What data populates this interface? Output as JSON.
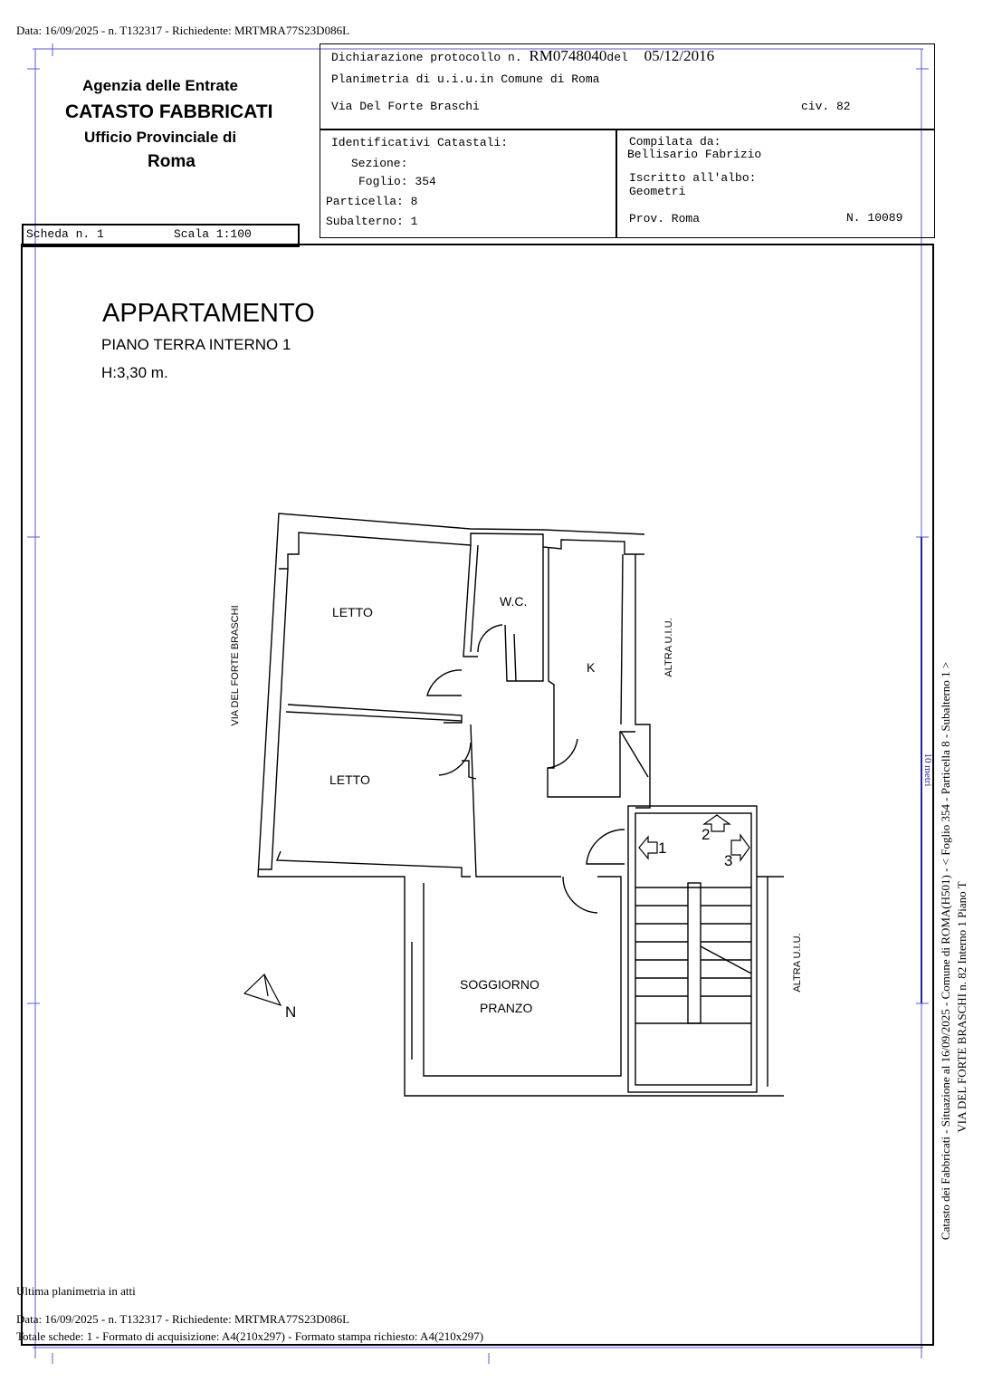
{
  "header_line": "Data: 16/09/2025 - n. T132317 - Richiedente: MRTMRA77S23D086L",
  "agency": {
    "line1": "Agenzia delle Entrate",
    "line2": "CATASTO FABBRICATI",
    "line3": "Ufficio Provinciale di",
    "line4": "Roma"
  },
  "declaration": {
    "prefix": "Dichiarazione protocollo n.",
    "protocol": "RM0748040",
    "del": "del",
    "date": "05/12/2016",
    "planimetria": "Planimetria di u.i.u.in Comune di Roma",
    "street": "Via Del Forte Braschi",
    "civ": "civ. 82"
  },
  "identifiers": {
    "title": "Identificativi Catastali:",
    "sezione": "Sezione:",
    "foglio": "Foglio: 354",
    "particella": "Particella: 8",
    "subalterno": "Subalterno: 1"
  },
  "compiler": {
    "label": "Compilata da:",
    "name": "Bellisario Fabrizio",
    "albo_label": "Iscritto all'albo:",
    "albo": "Geometri",
    "prov": "Prov. Roma",
    "number": "N. 10089"
  },
  "scheda": {
    "label": "Scheda n. 1",
    "scale": "Scala 1:100"
  },
  "plan": {
    "title": "APPARTAMENTO",
    "floor": "PIANO TERRA INTERNO 1",
    "height": "H:3,30 m.",
    "rooms": {
      "letto1": "LETTO",
      "letto2": "LETTO",
      "wc": "W.C.",
      "kitchen": "K",
      "soggiorno": "SOGGIORNO",
      "pranzo": "PRANZO"
    },
    "street_label": "VIA DEL FORTE BRASCHI",
    "altra1": "ALTRA U.I.U.",
    "altra2": "ALTRA U.I.U.",
    "stair_numbers": [
      "1",
      "2",
      "3"
    ],
    "north": "N"
  },
  "scale_bar_label": "10 metri",
  "side_text": {
    "line1": "Catasto dei Fabbricati - Situazione al 16/09/2025 - Comune di ROMA(H501) - < Foglio 354 - Particella 8 - Subalterno 1 >",
    "line2": "VIA DEL FORTE BRASCHI n. 82 Interno 1 Piano T"
  },
  "footer": {
    "last": "Ultima planimetria in atti",
    "data": "Data: 16/09/2025 - n. T132317 - Richiedente: MRTMRA77S23D086L",
    "totale": "Totale schede: 1 - Formato di acquisizione: A4(210x297)  - Formato stampa richiesto: A4(210x297)"
  }
}
